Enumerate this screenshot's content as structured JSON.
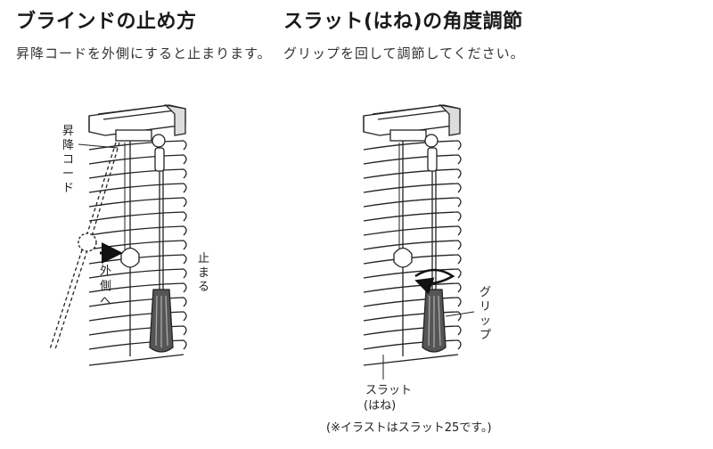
{
  "left": {
    "title": "ブラインドの止め方",
    "description": "昇降コードを外側にすると止まります。",
    "labels": {
      "cord_chars": [
        "昇",
        "降",
        "コ",
        "ー",
        "ド"
      ],
      "outward_chars": [
        "外",
        "側",
        "へ"
      ],
      "stop_chars": [
        "止",
        "ま",
        "る"
      ]
    }
  },
  "right": {
    "title": "スラット(はね)の角度調節",
    "description": "グリップを回して調節してください。",
    "labels": {
      "grip_chars": [
        "グ",
        "リ",
        "ッ",
        "プ"
      ],
      "slat_line1": "スラット",
      "slat_line2": "(はね)"
    },
    "note": "(※イラストはスラット25です。)"
  }
}
